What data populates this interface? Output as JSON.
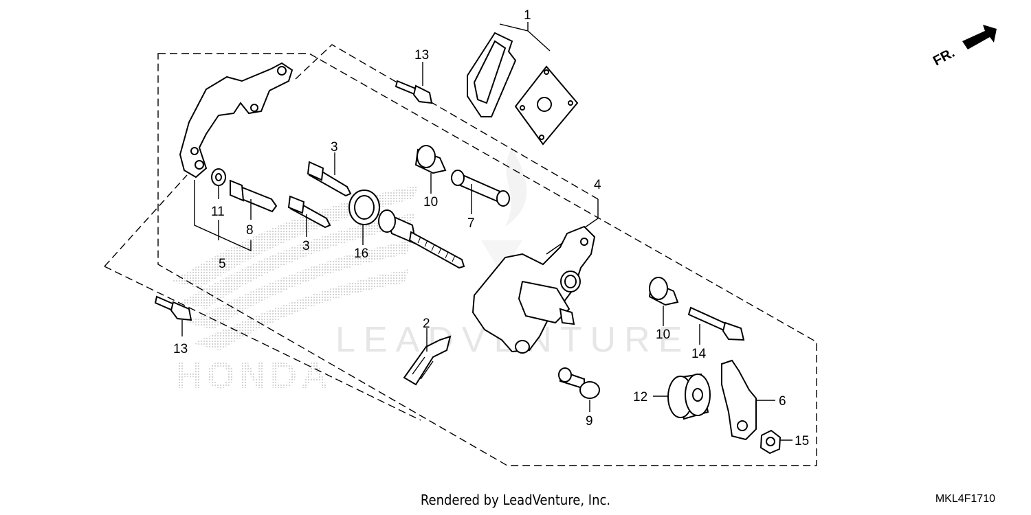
{
  "diagram": {
    "part_labels": [
      "1",
      "2",
      "3",
      "3",
      "4",
      "5",
      "6",
      "7",
      "8",
      "9",
      "10",
      "10",
      "11",
      "12",
      "13",
      "13",
      "14",
      "15",
      "16"
    ],
    "direction_label": "FR.",
    "watermark_text": "LEADVENTURE",
    "logo_text": "HONDA"
  },
  "footer": {
    "rendered_by": "Rendered by LeadVenture, Inc.",
    "diagram_code": "MKL4F1710"
  }
}
